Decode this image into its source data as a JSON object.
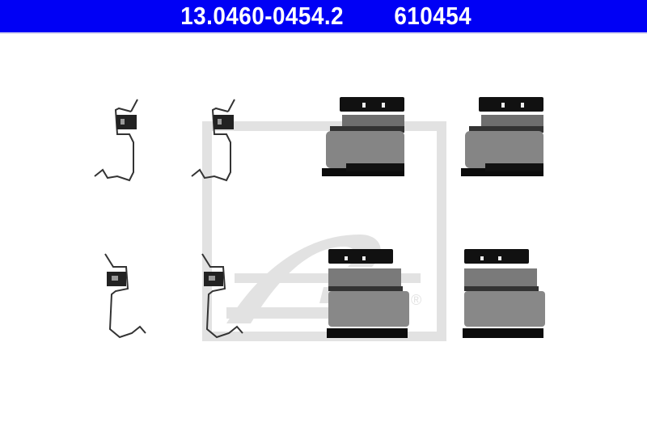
{
  "header": {
    "article_number": "13.0460-0454.2",
    "reference_number": "610454",
    "background_color": "#0000f5",
    "text_color": "#ffffff"
  },
  "watermark": {
    "logo": "ate-logo",
    "registered_mark": "®",
    "color": "#e2e2e2"
  },
  "parts": [
    {
      "name": "spring-clip",
      "position": "row1-col1"
    },
    {
      "name": "spring-clip",
      "position": "row1-col2"
    },
    {
      "name": "pad-retainer-bracket",
      "position": "row1-col3"
    },
    {
      "name": "pad-retainer-bracket",
      "position": "row1-col4"
    },
    {
      "name": "spring-clip",
      "position": "row2-col1"
    },
    {
      "name": "spring-clip",
      "position": "row2-col2"
    },
    {
      "name": "pad-retainer-bracket",
      "position": "row2-col3"
    },
    {
      "name": "pad-retainer-bracket",
      "position": "row2-col4"
    }
  ]
}
